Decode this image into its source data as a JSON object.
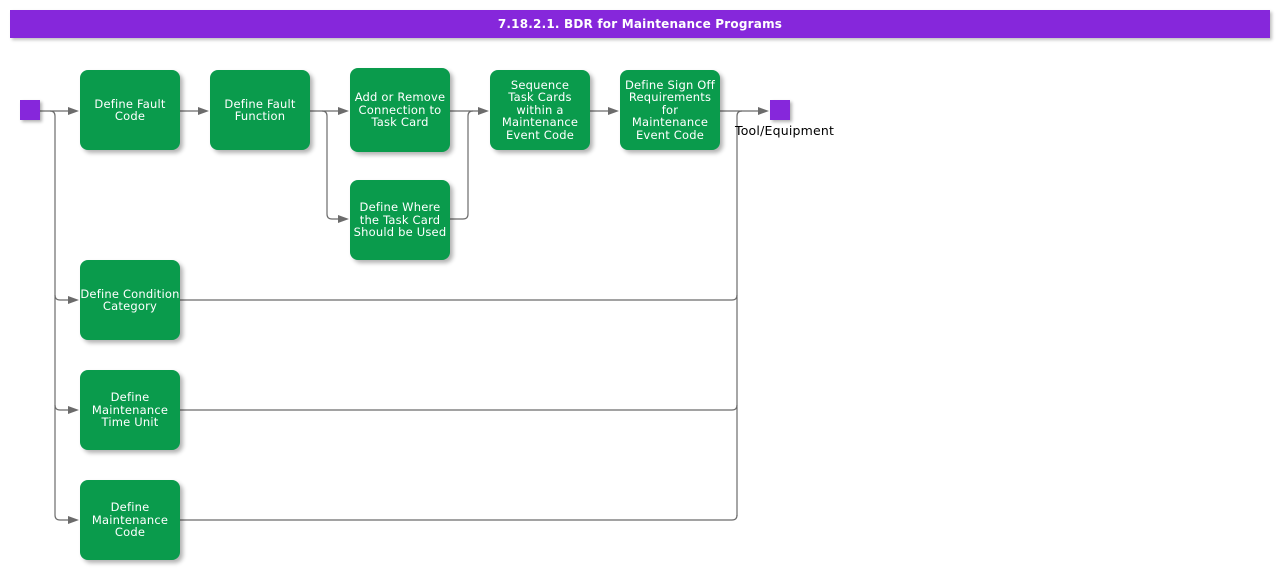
{
  "title": "7.18.2.1. BDR for Maintenance Programs",
  "colors": {
    "accent_purple": "#8627DB",
    "node_green": "#0A9B4C",
    "connector_gray": "#6B6B6B",
    "title_text": "#FFFFFF"
  },
  "nodes": [
    {
      "id": "define-fault-code",
      "label": "Define Fault\nCode"
    },
    {
      "id": "define-fault-function",
      "label": "Define Fault\nFunction"
    },
    {
      "id": "add-or-remove-connection-to-task-card",
      "label": "Add or Remove\nConnection to\nTask Card"
    },
    {
      "id": "sequence-task-cards",
      "label": "Sequence\nTask Cards\nwithin a\nMaintenance\nEvent Code"
    },
    {
      "id": "define-sign-off-requirements",
      "label": "Define Sign Off\nRequirements for\nMaintenance\nEvent Code"
    },
    {
      "id": "define-where-task-card-used",
      "label": "Define Where\nthe Task Card\nShould be Used"
    },
    {
      "id": "define-condition-category",
      "label": "Define Condition\nCategory"
    },
    {
      "id": "define-maintenance-time-unit",
      "label": "Define\nMaintenance\nTime Unit"
    },
    {
      "id": "define-maintenance-code",
      "label": "Define\nMaintenance\nCode"
    }
  ],
  "labels": {
    "tool_equipment": "Tool/Equipment"
  }
}
